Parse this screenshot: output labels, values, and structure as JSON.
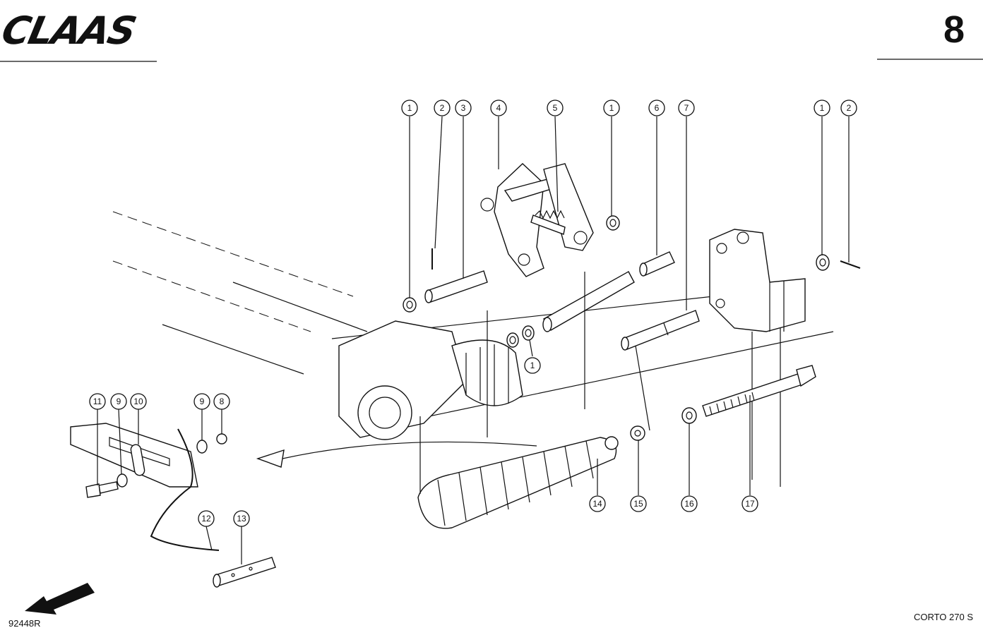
{
  "header": {
    "brand": "CLAAS",
    "page_number": "8"
  },
  "footer": {
    "figure_ref": "92448R",
    "model": "CORTO 270 S"
  },
  "callouts": [
    {
      "label": "1"
    },
    {
      "label": "2"
    },
    {
      "label": "3"
    },
    {
      "label": "4"
    },
    {
      "label": "5"
    },
    {
      "label": "1"
    },
    {
      "label": "6"
    },
    {
      "label": "7"
    },
    {
      "label": "1"
    },
    {
      "label": "2"
    },
    {
      "label": "1"
    },
    {
      "label": "11"
    },
    {
      "label": "9"
    },
    {
      "label": "10"
    },
    {
      "label": "9"
    },
    {
      "label": "8"
    },
    {
      "label": "12"
    },
    {
      "label": "13"
    },
    {
      "label": "14"
    },
    {
      "label": "15"
    },
    {
      "label": "16"
    },
    {
      "label": "17"
    }
  ]
}
